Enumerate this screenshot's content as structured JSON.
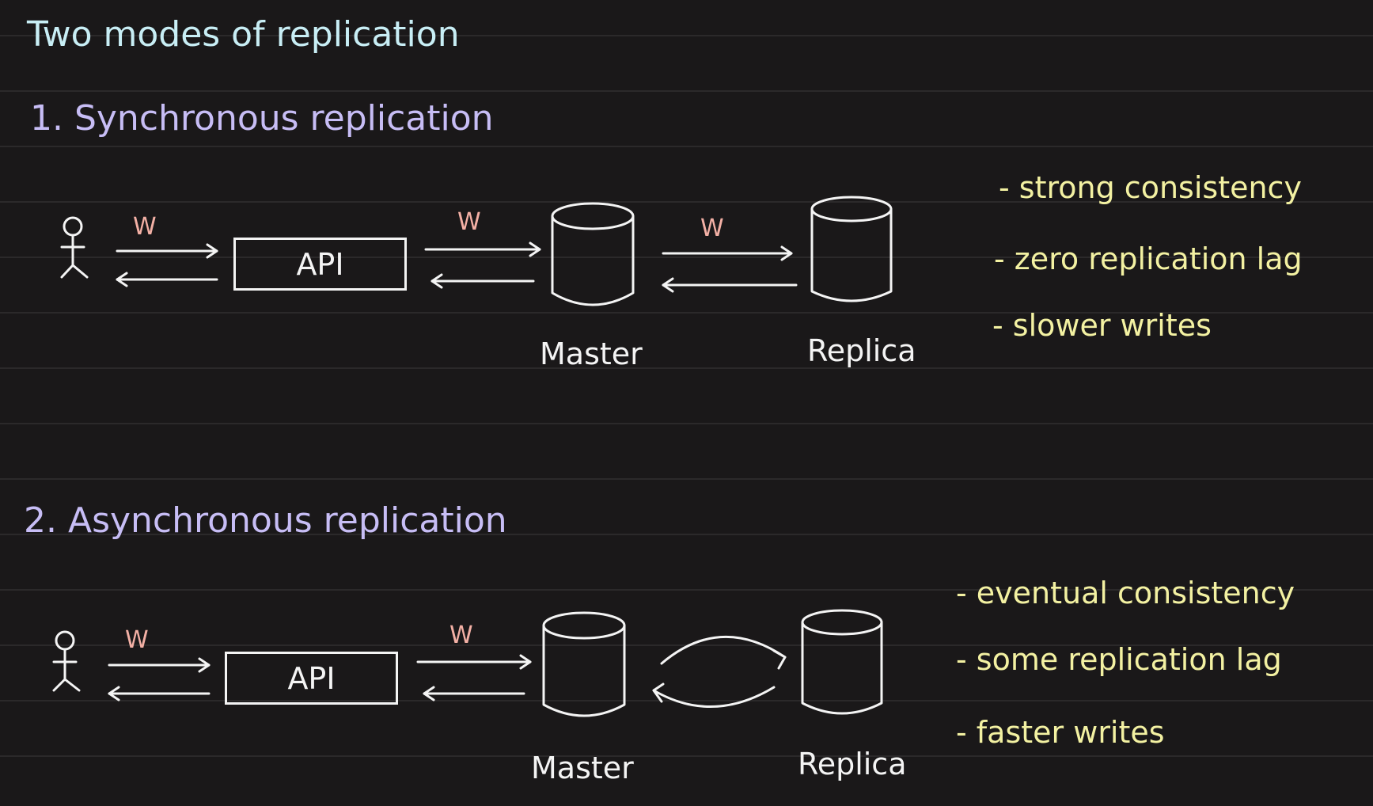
{
  "title": "Two modes of replication",
  "sections": [
    {
      "heading": "1. Synchronous replication",
      "api_label": "API",
      "edge_labels": [
        "W",
        "W",
        "W"
      ],
      "master_label": "Master",
      "replica_label": "Replica",
      "notes": [
        "- strong consistency",
        "- zero replication lag",
        "- slower writes"
      ]
    },
    {
      "heading": "2. Asynchronous replication",
      "api_label": "API",
      "edge_labels": [
        "W",
        "W"
      ],
      "master_label": "Master",
      "replica_label": "Replica",
      "notes": [
        "- eventual consistency",
        "- some replication lag",
        "- faster writes"
      ]
    }
  ],
  "colors": {
    "background": "#1a1819",
    "title": "#c8eef5",
    "heading": "#c7bdf5",
    "notes": "#f3f1a2",
    "write_label": "#f3b0a5",
    "stroke": "#f4f4f4"
  }
}
